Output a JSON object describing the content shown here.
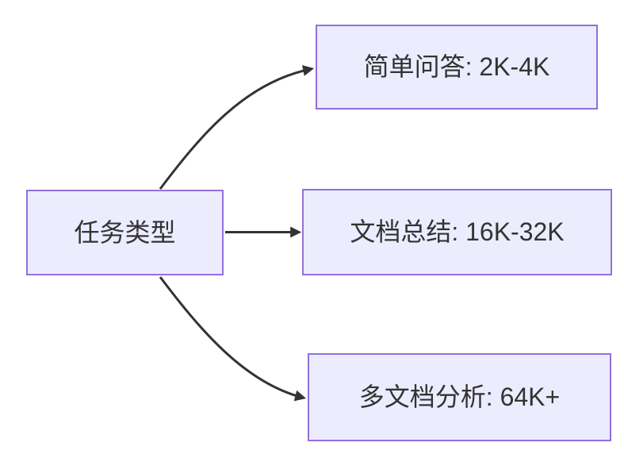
{
  "diagram": {
    "type": "flowchart-left-to-right",
    "root": {
      "label": "任务类型"
    },
    "targets": [
      {
        "label": "简单问答: 2K-4K"
      },
      {
        "label": "文档总结: 16K-32K"
      },
      {
        "label": "多文档分析: 64K+"
      }
    ],
    "edges": [
      {
        "from": "任务类型",
        "to": "简单问答: 2K-4K"
      },
      {
        "from": "任务类型",
        "to": "文档总结: 16K-32K"
      },
      {
        "from": "任务类型",
        "to": "多文档分析: 64K+"
      }
    ]
  },
  "colors": {
    "background": "#FFFFFF",
    "node_fill": "#ECECFF",
    "node_border": "#9370DB",
    "edge": "#333333",
    "text": "#333333"
  }
}
